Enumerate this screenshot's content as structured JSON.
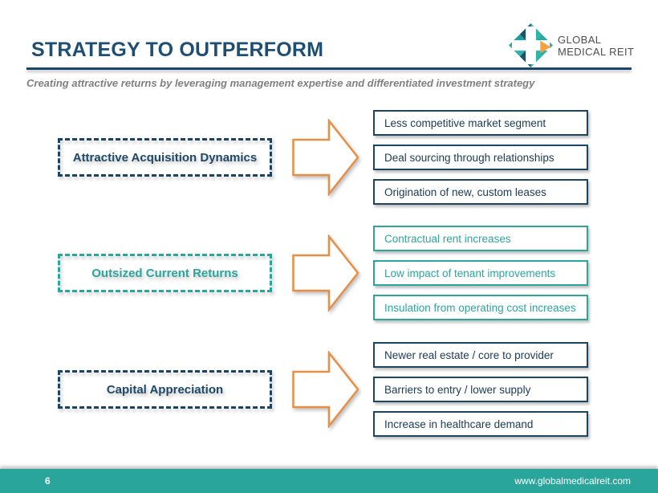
{
  "slide": {
    "title": "STRATEGY TO OUTPERFORM",
    "subtitle": "Creating attractive returns by leveraging management expertise and differentiated investment strategy",
    "page_number": "6",
    "footer_url": "www.globalmedicalreit.com"
  },
  "logo": {
    "line1": "GLOBAL",
    "line2": "MEDICAL REIT"
  },
  "colors": {
    "navy": "#1F4E74",
    "navy_border": "#1B4560",
    "teal": "#2AA69D",
    "orange_arrow": "#E78F46",
    "footer_teal": "#29A59B",
    "subtitle_gray": "#7F7F7F",
    "logo_navy": "#1D4F6E",
    "logo_teal": "#2FB3A9",
    "logo_orange": "#F2A23E"
  },
  "rows": [
    {
      "label": "Attractive Acquisition Dynamics",
      "theme": "navy",
      "items": [
        "Less competitive market segment",
        "Deal sourcing through relationships",
        "Origination of new, custom leases"
      ]
    },
    {
      "label": "Outsized Current Returns",
      "theme": "teal",
      "items": [
        "Contractual rent increases",
        "Low impact of tenant improvements",
        "Insulation from operating cost increases"
      ]
    },
    {
      "label": "Capital Appreciation",
      "theme": "navy",
      "items": [
        "Newer real estate / core to provider",
        "Barriers to entry / lower supply",
        "Increase in healthcare demand"
      ]
    }
  ]
}
